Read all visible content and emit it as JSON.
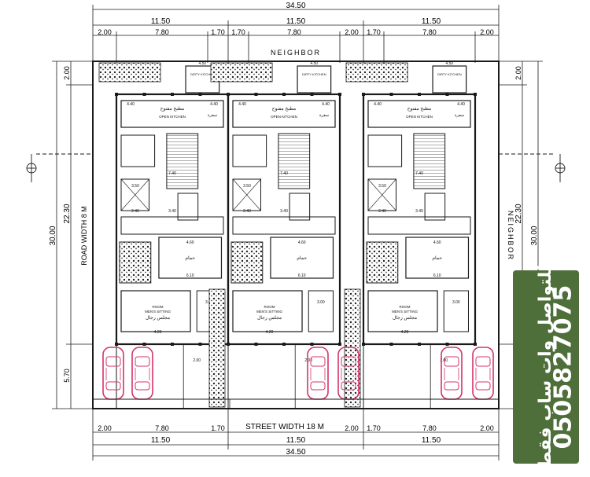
{
  "dims": {
    "overall_width": "34.50",
    "half_width": "11.50",
    "segments_left": [
      "2.00",
      "7.80",
      "1.70"
    ],
    "segments_mid": [
      "1.70",
      "7.80",
      "2.00"
    ],
    "segments_right": [
      "1.70",
      "7.80",
      "2.00"
    ],
    "depth_total": "30.00",
    "depth_main": "22.30",
    "depth_rear": "2.00",
    "depth_front": "5.70"
  },
  "labels": {
    "neighbor_top": "NEIGHBOR",
    "neighbor_right": "NEIGHBOR",
    "road_left": "ROAD WIDTH 8 M",
    "street_bottom": "STREET WIDTH 18 M",
    "dirty_kitchen": "DIRTY KITCHEN",
    "open_kitchen": "OPEN KITCHEN",
    "open_kitchen_ar": "مطبخ مفتوح",
    "store_ar": "سفرة",
    "men_sitting": "MEN'S SITTING",
    "men_sitting_ar": "مجلس رجال",
    "room": "ROOM",
    "bath_ar": "حمام",
    "rdim_440": "4.40",
    "rdim_450": "4.50",
    "rdim_740": "7.40",
    "rdim_240": "2.40",
    "rdim_340": "3.40",
    "rdim_350": "3.50",
    "rdim_610": "6.10",
    "rdim_460": "4.60",
    "rdim_300": "3.00",
    "rdim_420": "4.20",
    "rdim_200": "2.00"
  },
  "contact": {
    "text": "للتواصل وات ساب فقط",
    "phone": "0505827075"
  },
  "colors": {
    "line": "#1a1a1a",
    "car": "#d4336b",
    "banner": "#4f6f3a"
  }
}
